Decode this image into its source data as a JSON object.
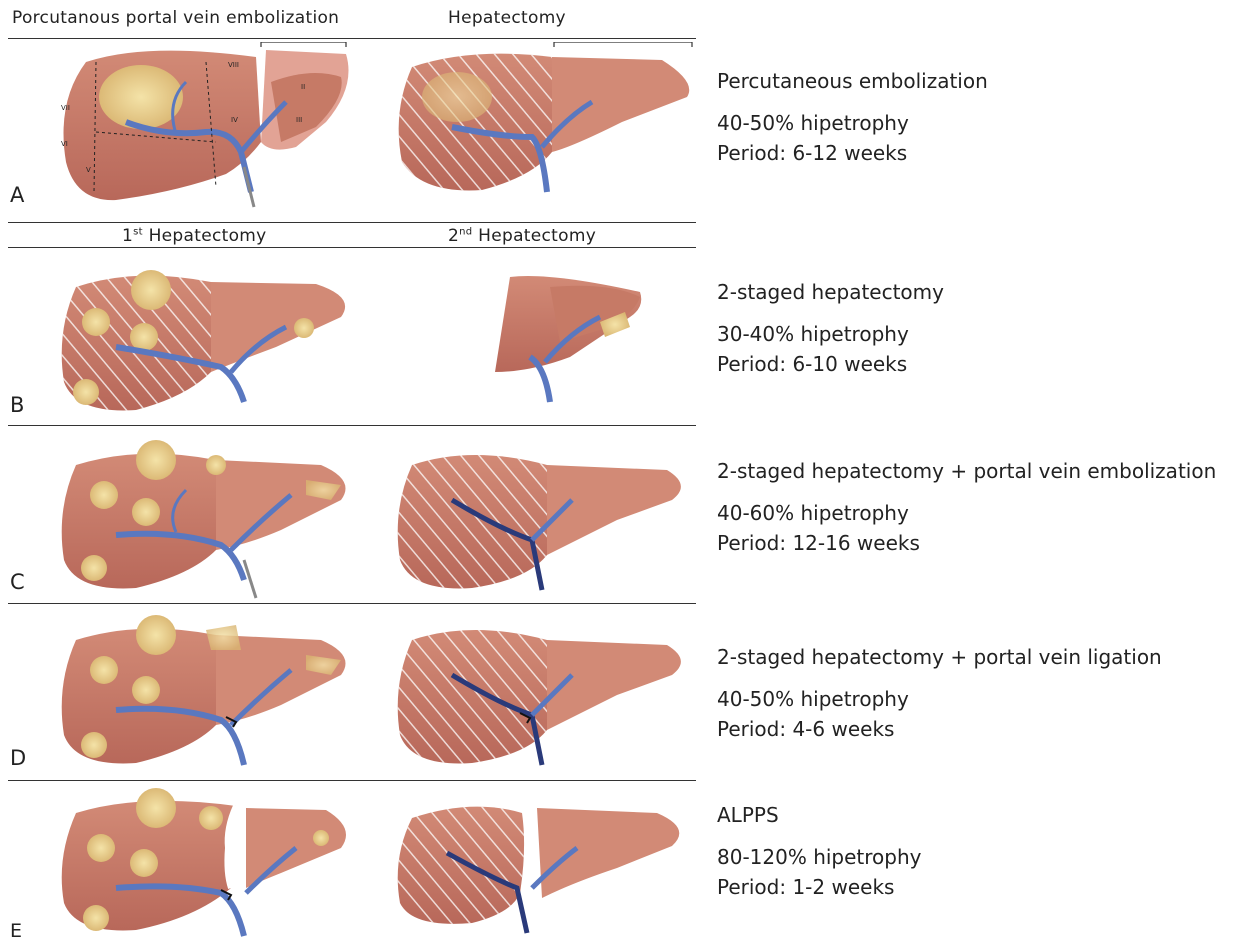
{
  "headers": {
    "top_left": "Porcutanous portal vein embolization",
    "top_right": "Hepatectomy",
    "second_left_num": "1",
    "second_left_sup": "st",
    "second_left_text": "Hepatectomy",
    "second_right_num": "2",
    "second_right_sup": "nd",
    "second_right_text": "Hepatectomy"
  },
  "rows": [
    {
      "label": "A",
      "title": "Percutaneous embolization",
      "hypertrophy": "40-50% hipetrophy",
      "period": "Period: 6-12 weeks"
    },
    {
      "label": "B",
      "title": "2-staged hepatectomy",
      "hypertrophy": "30-40% hipetrophy",
      "period": "Period: 6-10 weeks"
    },
    {
      "label": "C",
      "title": "2-staged hepatectomy + portal vein embolization",
      "hypertrophy": "40-60% hipetrophy",
      "period": "Period: 12-16 weeks"
    },
    {
      "label": "D",
      "title": "2-staged hepatectomy + portal vein ligation",
      "hypertrophy": "40-50% hipetrophy",
      "period": "Period: 4-6 weeks"
    },
    {
      "label": "E",
      "title": "ALPPS",
      "hypertrophy": "80-120% hipetrophy",
      "period": "Period: 1-2 weeks"
    }
  ],
  "segment_labels": [
    "VIII",
    "VII",
    "VI",
    "V",
    "IV",
    "II",
    "III"
  ],
  "colors": {
    "liver": "#c67a66",
    "liver_light": "#e2a395",
    "vein": "#5a78c0",
    "tumor": "#e8cf8a",
    "hatch": "#ffffff"
  }
}
